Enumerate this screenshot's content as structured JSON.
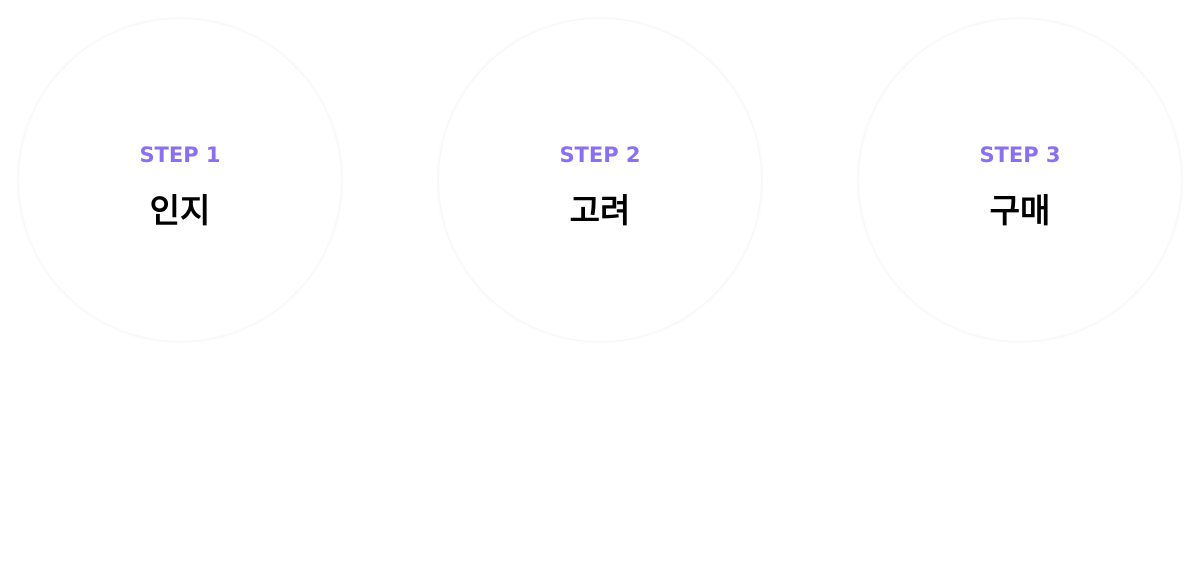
{
  "colors": {
    "accent": "#8a6ff0",
    "title": "#000000",
    "background": "#ffffff"
  },
  "steps": [
    {
      "label": "STEP 1",
      "title": "인지"
    },
    {
      "label": "STEP 2",
      "title": "고려"
    },
    {
      "label": "STEP 3",
      "title": "구매"
    }
  ]
}
